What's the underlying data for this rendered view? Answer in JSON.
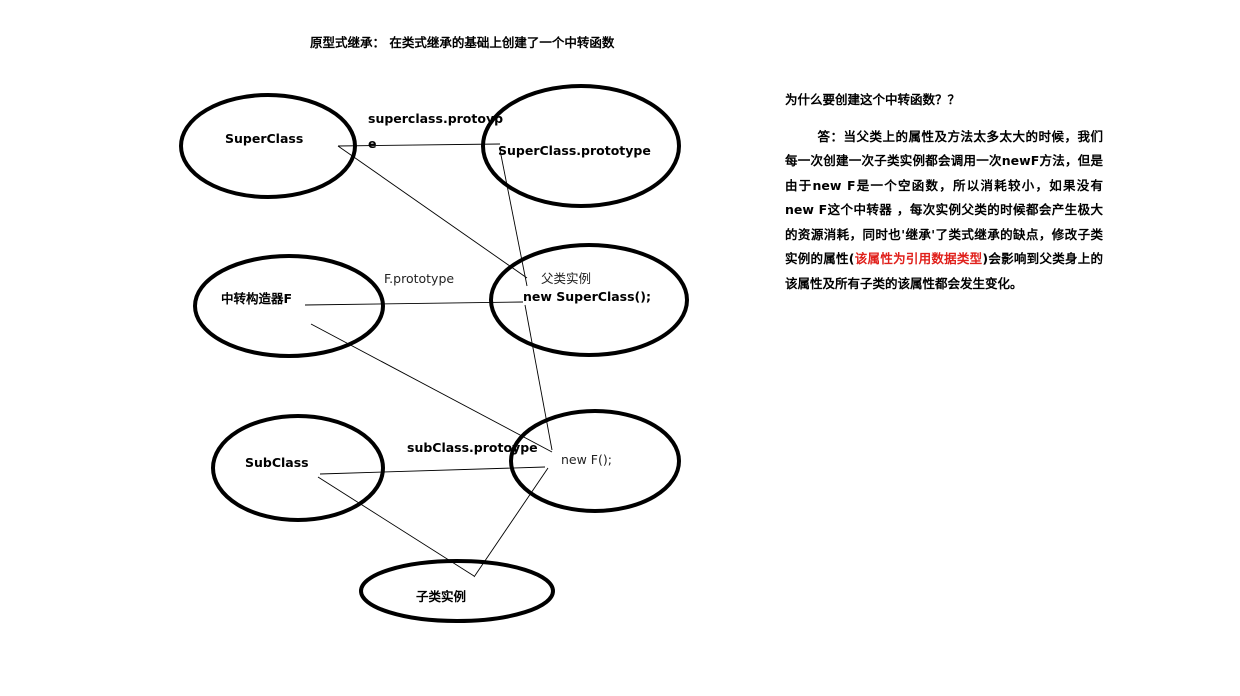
{
  "title": "原型式继承： 在类式继承的基础上创建了一个中转函数",
  "nodes": {
    "superclass": "SuperClass",
    "superclass_prototype": "SuperClass.prototype",
    "parent_instance_label": "父类实例",
    "parent_instance_code": "new SuperClass();",
    "middle_ctor": "中转构造器F",
    "new_f": "new F();",
    "subclass": "SubClass",
    "child_instance": "子类实例"
  },
  "edges": {
    "superclass_protoyp_line1": "superclass.protoyp",
    "superclass_protoyp_line2": "e",
    "f_prototype": "F.prototype",
    "subclass_protoype": "subClass.protoype"
  },
  "explanation": {
    "question": "为什么要创建这个中转函数？？",
    "answer_before": "答：当父类上的属性及方法太多太大的时候，我们每一次创建一次子类实例都会调用一次newF方法，但是由于new F是一个空函数，所以消耗较小，如果没有new F这个中转器 ，每次实例父类的时候都会产生极大的资源消耗，同时也'继承'了类式继承的缺点，修改子类实例的属性(",
    "answer_highlight": "该属性为引用数据类型",
    "answer_after": ")会影响到父类身上的该属性及所有子类的该属性都会发生变化。",
    "highlight_color": "#e0201b"
  }
}
